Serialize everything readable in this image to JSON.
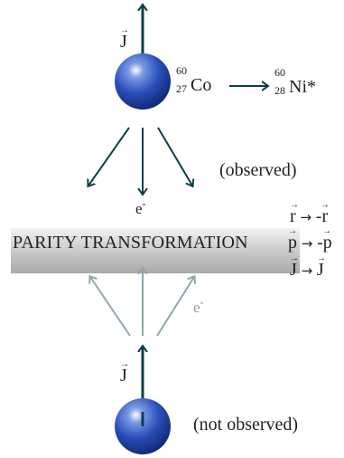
{
  "top": {
    "spin_label": "J",
    "decay": {
      "parent_mass": "60",
      "parent_atomic": "27",
      "parent_symbol": "Co",
      "child_mass": "60",
      "child_atomic": "28",
      "child_symbol": "Ni*"
    },
    "electron_label": "e",
    "electron_charge": "-",
    "status": "(observed)"
  },
  "transformation": {
    "title": "PARITY TRANSFORMATION",
    "rules": [
      {
        "from": "r",
        "to": "-r"
      },
      {
        "from": "p",
        "to": "-p"
      },
      {
        "from": "J",
        "to": "J"
      }
    ]
  },
  "bottom": {
    "spin_label": "J",
    "electron_label": "e",
    "electron_charge": "-",
    "status": "(not observed)"
  },
  "colors": {
    "arrow_dark": "#0d3f47",
    "arrow_faded": "#8fa6aa",
    "sphere": "#2a4fb8",
    "band": "#c9c9c9"
  }
}
